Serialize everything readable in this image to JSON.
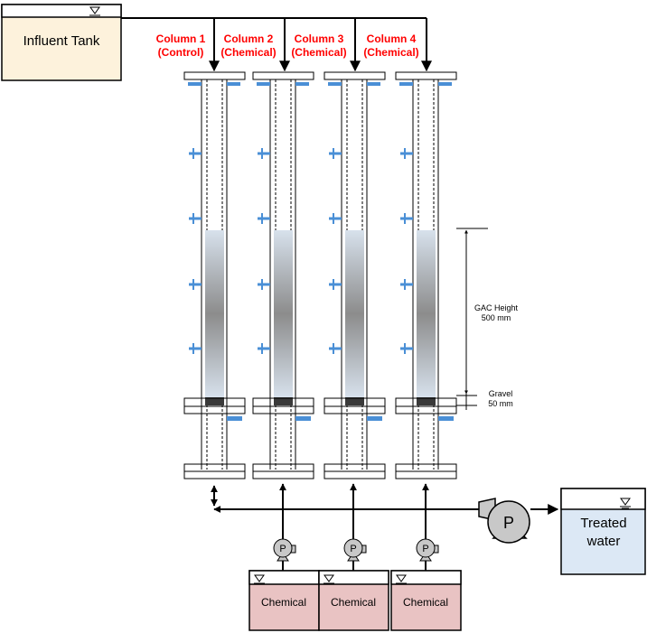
{
  "influent_tank": {
    "label": "Influent Tank"
  },
  "columns": [
    {
      "name": "Column 1",
      "type": "(Control)"
    },
    {
      "name": "Column 2",
      "type": "(Chemical)"
    },
    {
      "name": "Column 3",
      "type": "(Chemical)"
    },
    {
      "name": "Column 4",
      "type": "(Chemical)"
    }
  ],
  "gac": {
    "label": "GAC Height",
    "value": "500 mm"
  },
  "gravel": {
    "label": "Gravel",
    "value": "50 mm"
  },
  "treated": {
    "line1": "Treated",
    "line2": "water"
  },
  "chemical_tanks": [
    {
      "label": "Chemical"
    },
    {
      "label": "Chemical"
    },
    {
      "label": "Chemical"
    }
  ],
  "pump": {
    "label": "P"
  },
  "colors": {
    "label_red": "#ff0000",
    "influent_fill": "#fdf2dc",
    "treated_fill": "#dce8f5",
    "chemical_fill": "#e9c3c3",
    "valve_blue": "#4a8fd6",
    "pump_gray": "#c8c8c8"
  }
}
